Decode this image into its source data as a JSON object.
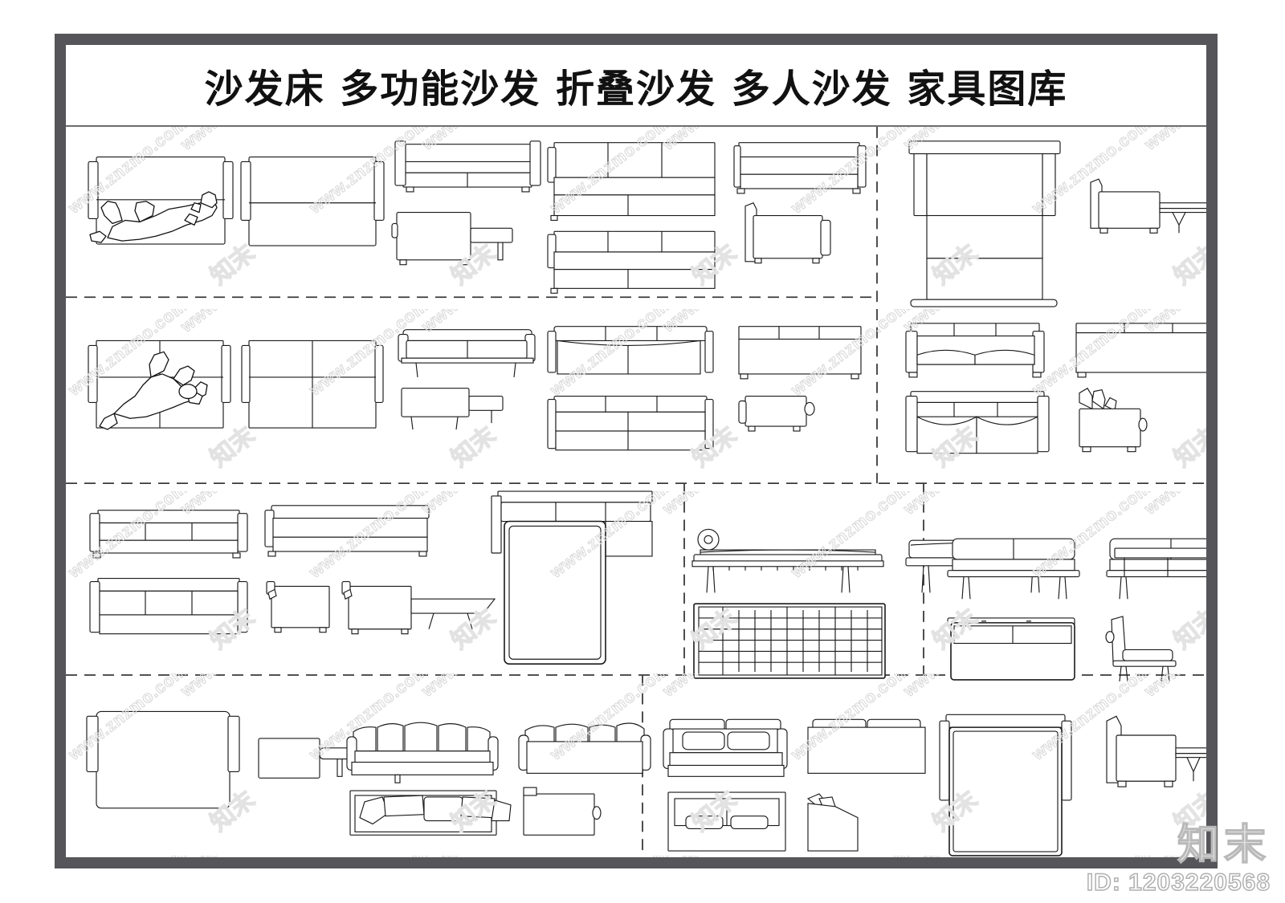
{
  "document": {
    "title": "沙发床  多功能沙发  折叠沙发  多人沙发  家具图库",
    "frame_color": "#56565a",
    "line_color": "#1a1a1a",
    "background": "#ffffff"
  },
  "watermark": {
    "site_text": "www.znzmo.com",
    "brand_glyph": "知末",
    "brand_logo": "知末",
    "id_label": "ID: 1203220568",
    "color": "#d9d9d9"
  },
  "sheet": {
    "rows": 4,
    "columns_note": "left block + right block separated by dashed vertical rule",
    "cells": [
      {
        "id": "r1c1",
        "name": "sofa-bed-plan-with-figure",
        "items": [
          "sofa-bed-plan-with-reclining-figure",
          "sofa-bed-plan-open",
          "sofa-bed-front-elevation",
          "armchair-bed-plan-with-footrest",
          "three-seat-sofa-bed-plan",
          "three-seat-sofa-bed-plan-open",
          "sofa-side-elevation",
          "sofa-bed-front-elevation-wide"
        ]
      },
      {
        "id": "r1c2",
        "name": "pull-out-sofa-bed-vertical",
        "items": [
          "pull-out-sofa-bed-plan-vertical",
          "sofa-bed-side-elevation-with-folding-legs"
        ]
      },
      {
        "id": "r2c1",
        "name": "sofa-bed-plan-second-figure",
        "items": [
          "sofa-bed-plan-with-curled-figure",
          "sofa-bed-plan-open-divided",
          "two-seat-sofa-elevation-legs",
          "ottoman-plan",
          "two-seat-sofa-plan-cushions",
          "three-seat-sofa-rear-elevation",
          "sofa-bed-plan-extended",
          "armchair-side-elevation"
        ]
      },
      {
        "id": "r2c2",
        "name": "two-seat-sofa-set",
        "items": [
          "two-seat-sofa-front-elevation",
          "two-seat-sofa-rear-elevation",
          "two-seat-sofa-plan",
          "sofa-side-elevation-cushion"
        ]
      },
      {
        "id": "r3c1",
        "name": "three-seat-sofa-and-sectional",
        "items": [
          "three-seat-sofa-front-elevation",
          "three-seat-sofa-plan",
          "sofa-bed-side-elevation-long",
          "armchair-plan",
          "armchair-bed-extended-plan",
          "corner-sectional-sleeper-plan"
        ]
      },
      {
        "id": "r3c2",
        "name": "daybed-chaise",
        "items": [
          "daybed-side-elevation-with-bolster",
          "daybed-front-elevation",
          "daybed-plan-tufted-grid"
        ]
      },
      {
        "id": "r3c3",
        "name": "bench-daybed-set",
        "items": [
          "bench-sofa-front-elevation",
          "bench-sofa-rear-elevation-rail",
          "bench-sofa-plan",
          "bench-sofa-side-elevation"
        ]
      },
      {
        "id": "r4c1",
        "name": "sofa-bed-plan-and-armchair",
        "items": [
          "sofa-bed-plan-open-large",
          "armchair-plan-with-footrest"
        ]
      },
      {
        "id": "r4c2",
        "name": "loose-cushion-sofas",
        "items": [
          "three-seat-loose-cushion-sofa-front",
          "three-seat-loose-cushion-sofa-rear",
          "three-seat-loose-cushion-sofa-plan",
          "armchair-rear-elevation"
        ]
      },
      {
        "id": "r4c3",
        "name": "two-seat-sofa-bed-set",
        "items": [
          "two-seat-sofa-bed-front-elevation",
          "two-seat-sofa-bed-rear-elevation",
          "two-seat-sofa-bed-plan",
          "armchair-plan-angled",
          "sofa-bed-plan-open-tall",
          "sofa-bed-side-elevation-extended"
        ]
      }
    ]
  }
}
